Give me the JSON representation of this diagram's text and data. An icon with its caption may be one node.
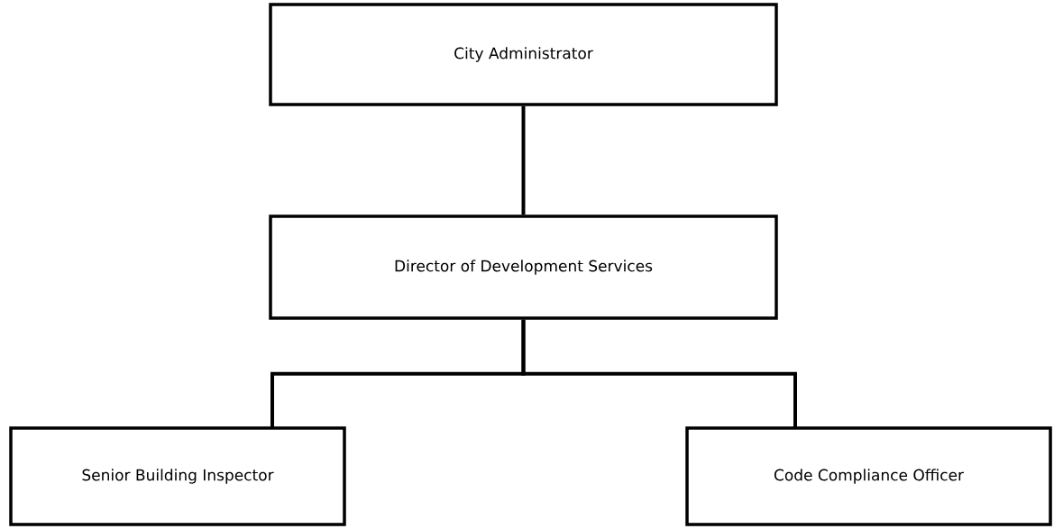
{
  "diagram": {
    "nodes": [
      {
        "text": [
          "City Administrator"
        ]
      },
      {
        "text": [
          "Director of Development Services"
        ]
      },
      {
        "text": [
          "Senior Building Inspector"
        ]
      },
      {
        "text": [
          "Code Compliance Officer"
        ]
      }
    ],
    "edges": [
      {
        "from": 0,
        "to": 1,
        "arrow": "none"
      },
      {
        "from": 1,
        "to": 2,
        "arrow": "none"
      },
      {
        "from": 1,
        "to": 3,
        "arrow": "none"
      }
    ]
  }
}
